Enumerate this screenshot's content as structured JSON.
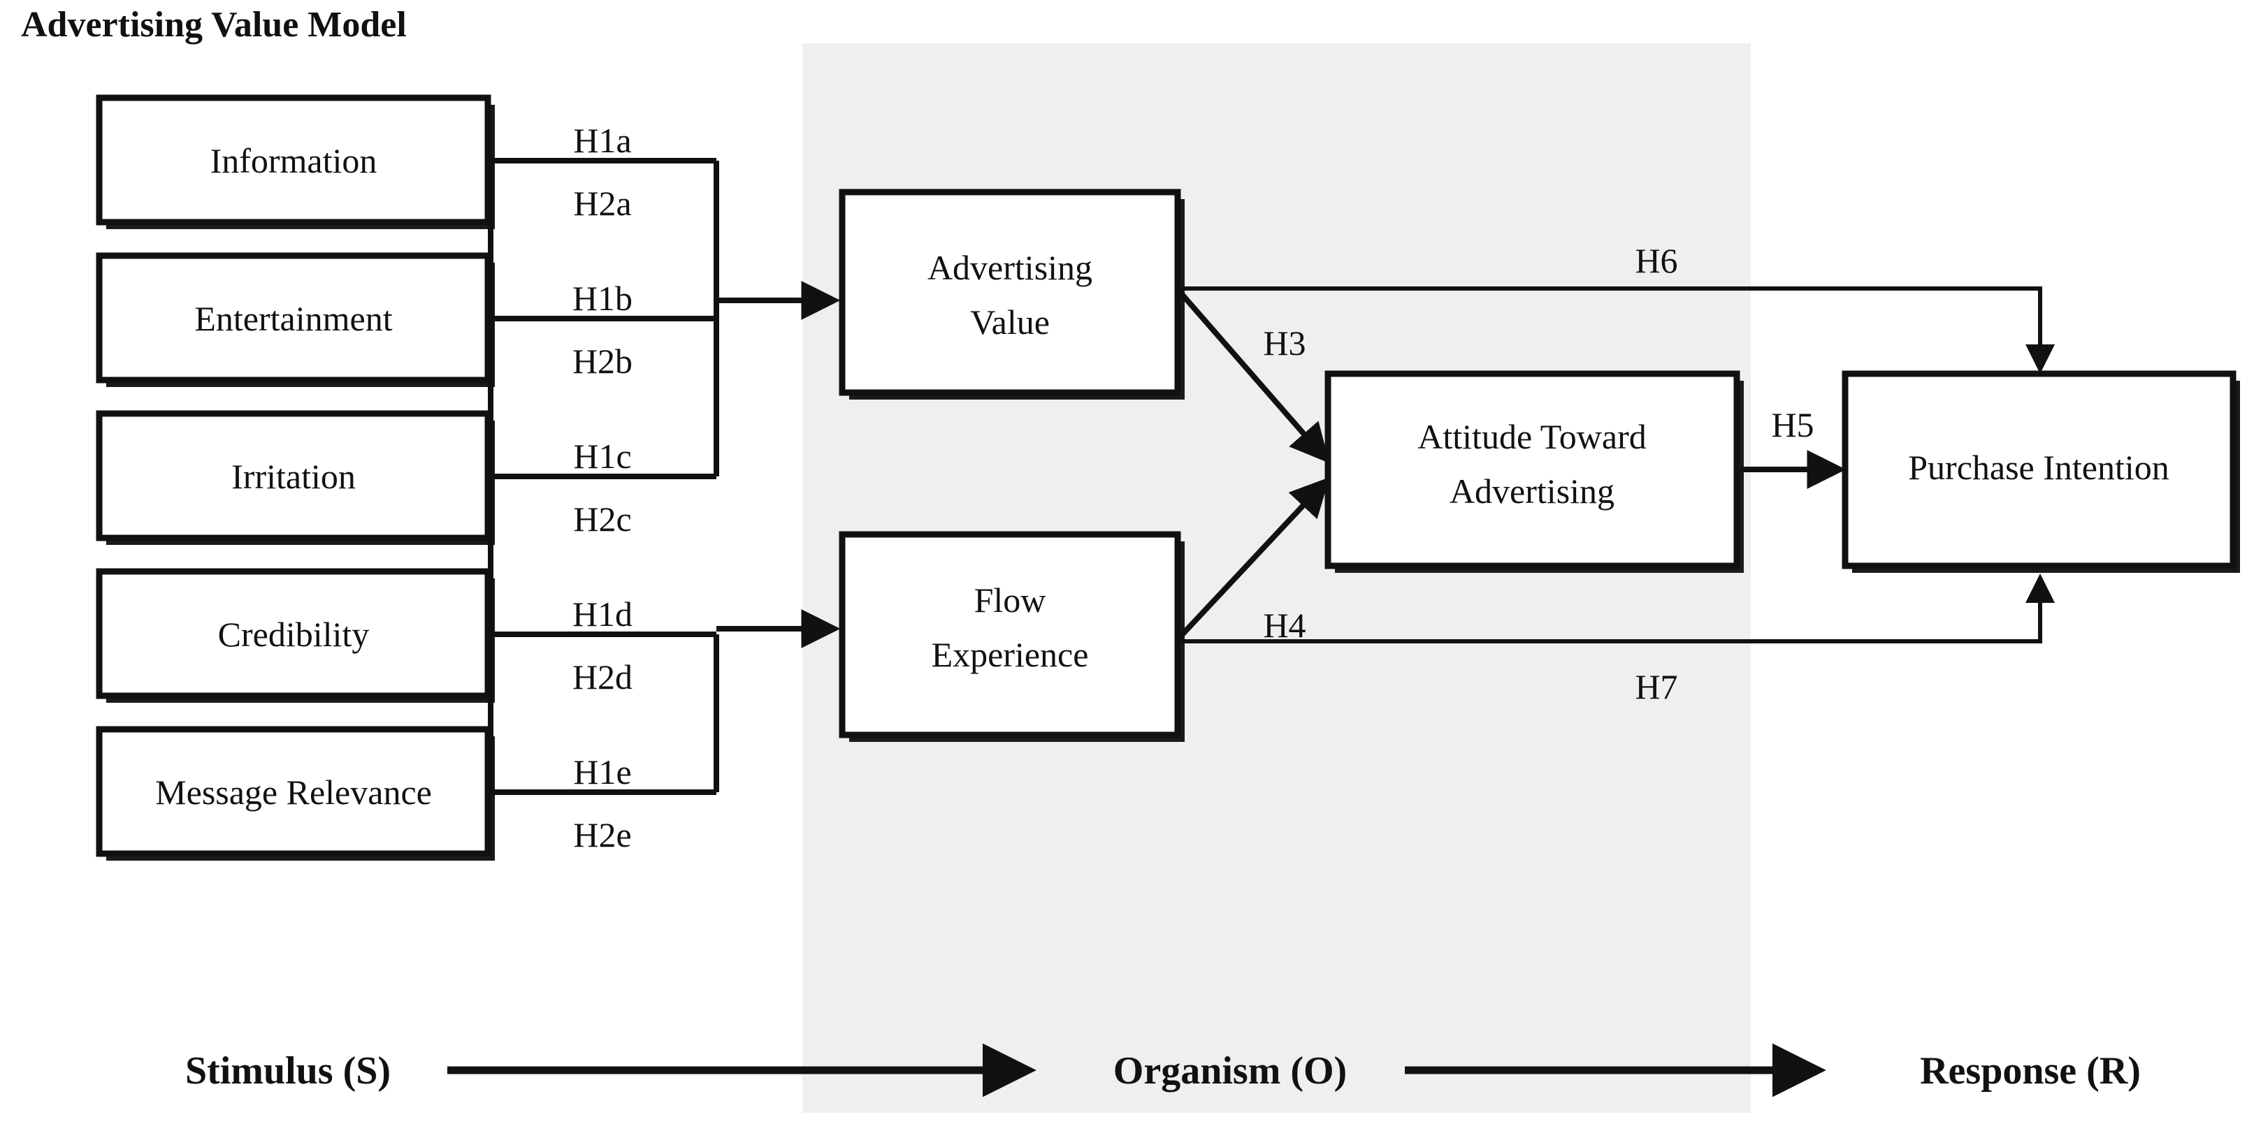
{
  "title": "Advertising Value Model",
  "colors": {
    "line": "#111111",
    "band": "#efefef",
    "box_fill": "#ffffff",
    "background": "#ffffff"
  },
  "stimulus_boxes": [
    {
      "id": "information",
      "label": "Information"
    },
    {
      "id": "entertainment",
      "label": "Entertainment"
    },
    {
      "id": "irritation",
      "label": "Irritation"
    },
    {
      "id": "credibility",
      "label": "Credibility"
    },
    {
      "id": "message-relevance",
      "label": "Message Relevance"
    }
  ],
  "organism_boxes": [
    {
      "id": "advertising-value",
      "line1": "Advertising",
      "line2": "Value"
    },
    {
      "id": "flow-experience",
      "line1": "Flow",
      "line2": "Experience"
    },
    {
      "id": "attitude-toward-advertising",
      "line1": "Attitude Toward",
      "line2": "Advertising"
    }
  ],
  "response_boxes": [
    {
      "id": "purchase-intention",
      "label": "Purchase Intention"
    }
  ],
  "hypotheses": {
    "left_pairs": [
      {
        "upper": "H1a",
        "lower": "H2a"
      },
      {
        "upper": "H1b",
        "lower": "H2b"
      },
      {
        "upper": "H1c",
        "lower": "H2c"
      },
      {
        "upper": "H1d",
        "lower": "H2d"
      },
      {
        "upper": "H1e",
        "lower": "H2e"
      }
    ],
    "h3": "H3",
    "h4": "H4",
    "h5": "H5",
    "h6": "H6",
    "h7": "H7"
  },
  "sor_axis": {
    "stimulus": "Stimulus (S)",
    "organism": "Organism (O)",
    "response": "Response (R)"
  },
  "chart_data": {
    "type": "diagram",
    "title": "Advertising Value Model",
    "nodes": [
      "Information",
      "Entertainment",
      "Irritation",
      "Credibility",
      "Message Relevance",
      "Advertising Value",
      "Flow Experience",
      "Attitude Toward Advertising",
      "Purchase Intention"
    ],
    "edges": [
      {
        "from": "Information",
        "to": "Advertising Value",
        "label": "H1a"
      },
      {
        "from": "Information",
        "to": "Flow Experience",
        "label": "H2a"
      },
      {
        "from": "Entertainment",
        "to": "Advertising Value",
        "label": "H1b"
      },
      {
        "from": "Entertainment",
        "to": "Flow Experience",
        "label": "H2b"
      },
      {
        "from": "Irritation",
        "to": "Advertising Value",
        "label": "H1c"
      },
      {
        "from": "Irritation",
        "to": "Flow Experience",
        "label": "H2c"
      },
      {
        "from": "Credibility",
        "to": "Advertising Value",
        "label": "H1d"
      },
      {
        "from": "Credibility",
        "to": "Flow Experience",
        "label": "H2d"
      },
      {
        "from": "Message Relevance",
        "to": "Advertising Value",
        "label": "H1e"
      },
      {
        "from": "Message Relevance",
        "to": "Flow Experience",
        "label": "H2e"
      },
      {
        "from": "Advertising Value",
        "to": "Attitude Toward Advertising",
        "label": "H3"
      },
      {
        "from": "Flow Experience",
        "to": "Attitude Toward Advertising",
        "label": "H4"
      },
      {
        "from": "Attitude Toward Advertising",
        "to": "Purchase Intention",
        "label": "H5"
      },
      {
        "from": "Advertising Value",
        "to": "Purchase Intention",
        "label": "H6"
      },
      {
        "from": "Flow Experience",
        "to": "Purchase Intention",
        "label": "H7"
      }
    ],
    "groups": [
      "Stimulus (S)",
      "Organism (O)",
      "Response (R)"
    ]
  }
}
